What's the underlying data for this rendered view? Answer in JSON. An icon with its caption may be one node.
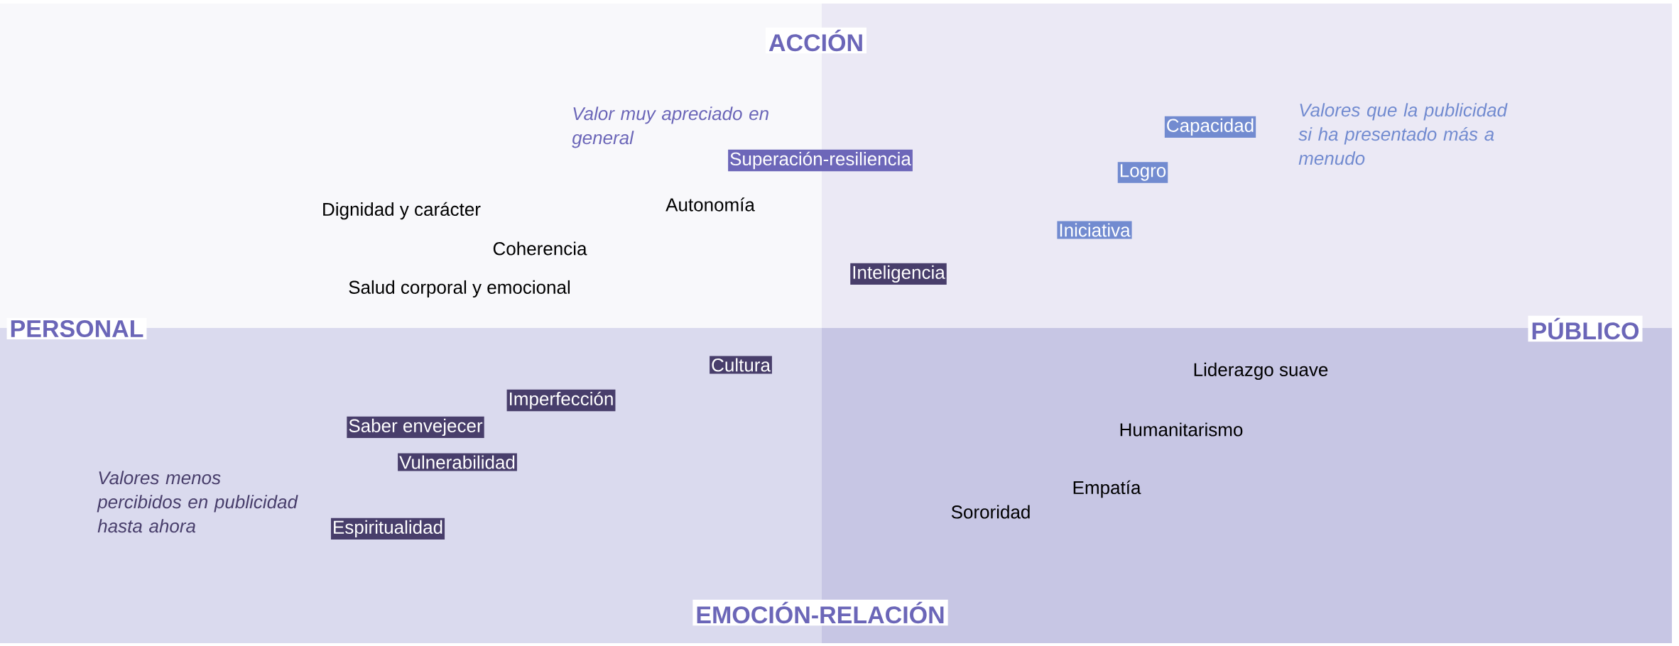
{
  "diagram": {
    "nodes": [
      {
        "text": [
          "ACCIÓN"
        ]
      },
      {
        "text": [
          "Superación-resiliencia"
        ]
      },
      {
        "text": [
          "Capacidad"
        ]
      },
      {
        "text": [
          "Logro"
        ]
      },
      {
        "text": [
          "Iniciativa"
        ]
      },
      {
        "text": [
          "Inteligencia"
        ]
      },
      {
        "text": [
          "PERSONAL"
        ]
      },
      {
        "text": [
          "PÚBLICO"
        ]
      },
      {
        "text": [
          "Cultura"
        ]
      },
      {
        "text": [
          "Imperfección"
        ]
      },
      {
        "text": [
          "Saber envejecer"
        ]
      },
      {
        "text": [
          "Vulnerabilidad"
        ]
      },
      {
        "text": [
          "Espiritualidad"
        ]
      },
      {
        "text": [
          "EMOCIÓN-RELACIÓN"
        ]
      }
    ],
    "labels": [
      "Valor muy apreciado en general",
      "Valores que la publicidad si ha presentado más a menudo",
      "Dignidad y carácter",
      "Autonomía",
      "Coherencia",
      "Salud corporal y emocional",
      "Liderazgo suave",
      "Humanitarismo",
      "Valores menos percibidos en publicidad hasta ahora",
      "Empatía",
      "Sororidad"
    ]
  }
}
